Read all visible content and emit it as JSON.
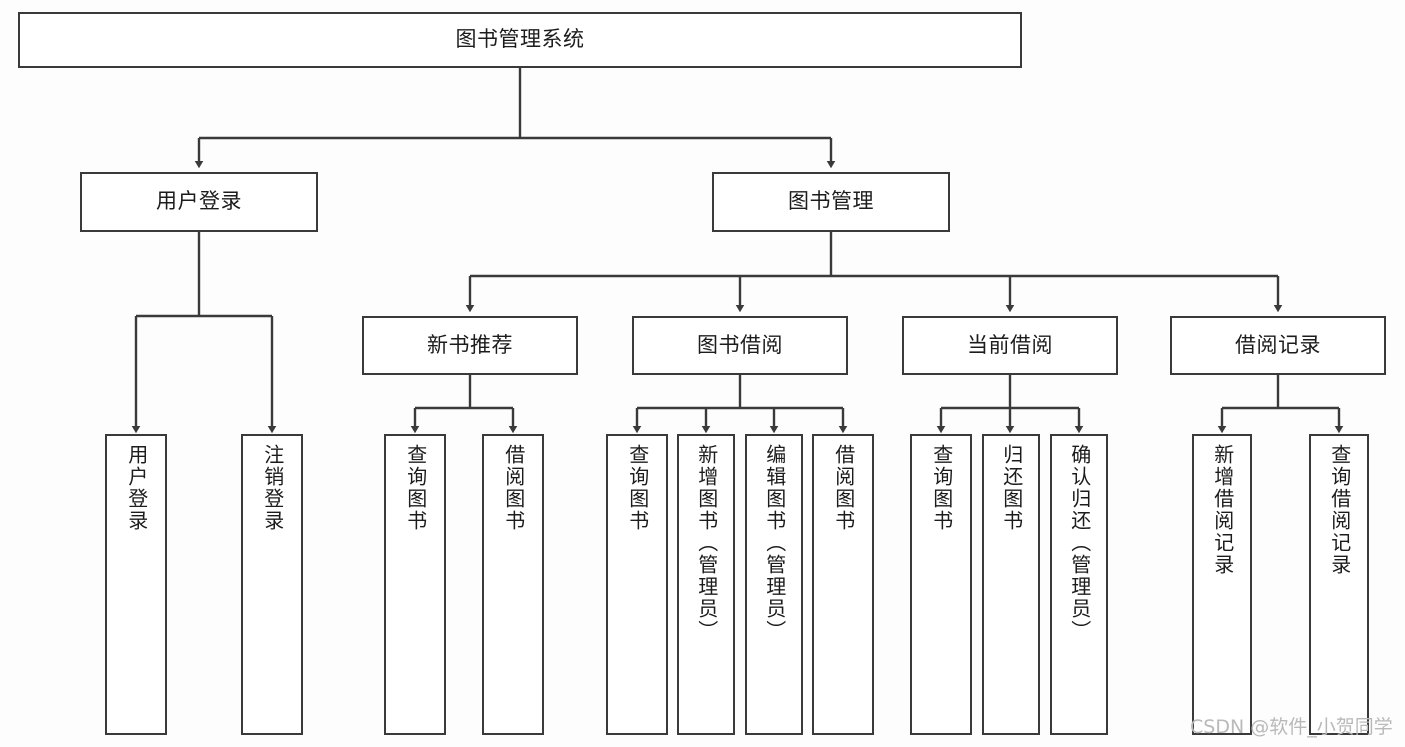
{
  "diagram": {
    "type": "tree",
    "title": "图书管理系统",
    "background_color": "#fdfdfd",
    "line_color": "#3a3a3a",
    "text_color": "#1c1c1c",
    "nodes": {
      "root": {
        "label": "图书管理系统"
      },
      "level2": [
        {
          "label": "用户登录"
        },
        {
          "label": "图书管理"
        }
      ],
      "level3": [
        {
          "label": "新书推荐"
        },
        {
          "label": "图书借阅"
        },
        {
          "label": "当前借阅"
        },
        {
          "label": "借阅记录"
        }
      ],
      "leaves_user_login": [
        {
          "label": "用户登录"
        },
        {
          "label": "注销登录"
        }
      ],
      "leaves_new_books": [
        {
          "label": "查询图书"
        },
        {
          "label": "借阅图书"
        }
      ],
      "leaves_borrow": [
        {
          "label": "查询图书"
        },
        {
          "label": "新增图书（管理员）"
        },
        {
          "label": "编辑图书（管理员）"
        },
        {
          "label": "借阅图书"
        }
      ],
      "leaves_current": [
        {
          "label": "查询图书"
        },
        {
          "label": "归还图书"
        },
        {
          "label": "确认归还（管理员）"
        }
      ],
      "leaves_records": [
        {
          "label": "新增借阅记录"
        },
        {
          "label": "查询借阅记录"
        }
      ]
    },
    "watermark": "CSDN @软件_小贺同学"
  }
}
